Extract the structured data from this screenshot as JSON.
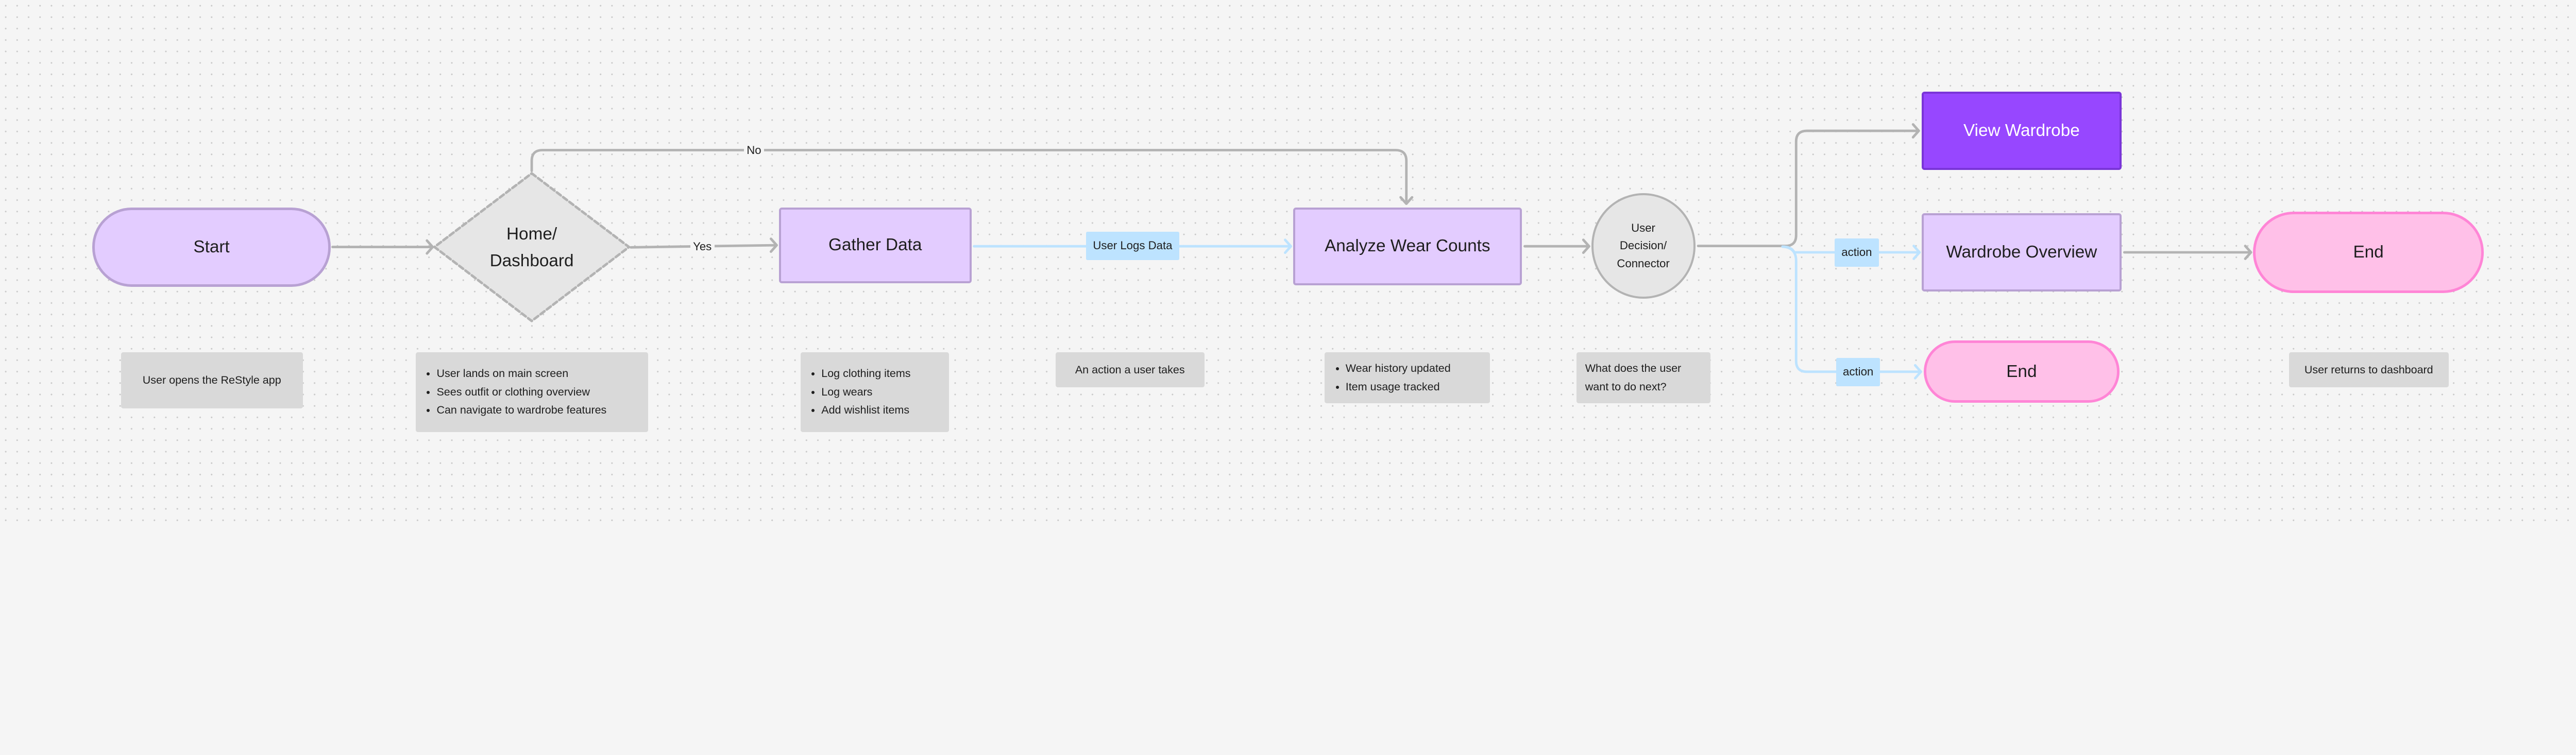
{
  "colors": {
    "background": "#f5f5f5",
    "terminal_start_fill": "#e3ccff",
    "process_fill": "#e3ccff",
    "process_border": "#b8a1d3",
    "highlight_fill": "#9747ff",
    "end_fill": "#ffc0e8",
    "end_border": "#ff85d6",
    "decision_fill": "#e6e6e6",
    "action_label_fill": "#bde3ff",
    "note_fill": "#d9d9d9",
    "connector_gray": "#b3b3b3",
    "connector_blue": "#bde3ff"
  },
  "nodes": {
    "start": "Start",
    "home_line1": "Home/",
    "home_line2": "Dashboard",
    "gather": "Gather Data",
    "analyze": "Analyze Wear Counts",
    "decision_line1": "User",
    "decision_line2": "Decision/",
    "decision_line3": "Connector",
    "view_wardrobe": "View Wardrobe",
    "wardrobe_overview": "Wardrobe Overview",
    "end_main": "End",
    "end_alt": "End"
  },
  "edge_labels": {
    "yes": "Yes",
    "no": "No",
    "user_logs_data": "User Logs Data",
    "action_1": "action",
    "action_2": "action"
  },
  "notes": {
    "start": "User opens the ReStyle app",
    "home": [
      "User lands on main screen",
      "Sees outfit or clothing overview",
      "Can navigate to wardrobe features"
    ],
    "gather": [
      "Log clothing items",
      "Log wears",
      "Add wishlist items"
    ],
    "action": "An action a user takes",
    "analyze": [
      "Wear history updated",
      "Item usage tracked"
    ],
    "decision_line1": "What does the user",
    "decision_line2": "want to do next?",
    "end": "User returns to dashboard"
  }
}
